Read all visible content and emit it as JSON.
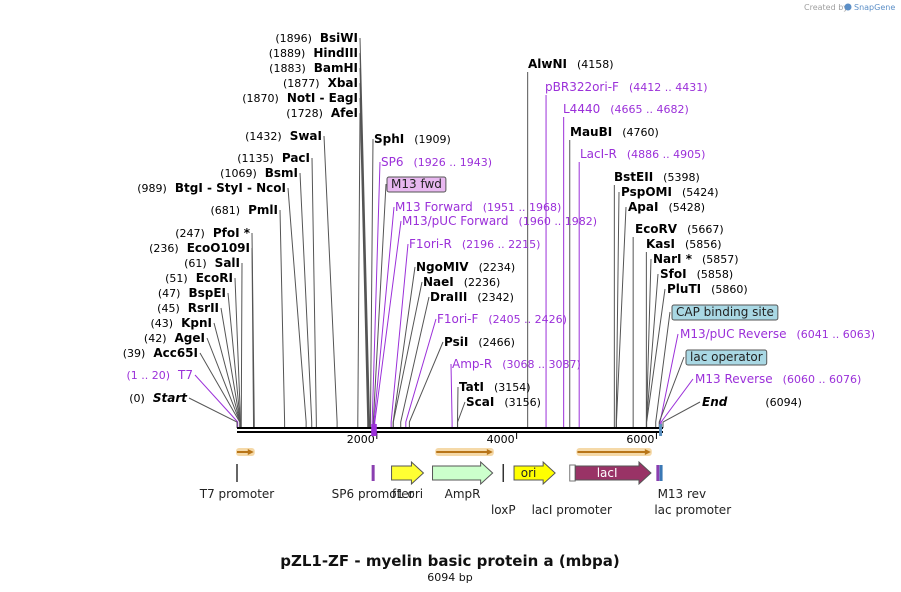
{
  "credit": {
    "prefix": "Created by",
    "brand": "SnapGene"
  },
  "title": "pZL1-ZF - myelin basic protein a (mbpa)",
  "length_label": "6094 bp",
  "scale_ticks": [
    {
      "label": "2000",
      "bp": 2000
    },
    {
      "label": "4000",
      "bp": 4000
    },
    {
      "label": "6000",
      "bp": 6000
    }
  ],
  "sites_left": [
    {
      "pos": "(1896)",
      "name": "BsiWI",
      "bp": 1896
    },
    {
      "pos": "(1889)",
      "name": "HindIII",
      "bp": 1889
    },
    {
      "pos": "(1883)",
      "name": "BamHI",
      "bp": 1883
    },
    {
      "pos": "(1877)",
      "name": "XbaI",
      "bp": 1877
    },
    {
      "pos": "(1870)",
      "name": "NotI",
      "sep": " - ",
      "name2": "EagI",
      "bp": 1870
    },
    {
      "pos": "(1728)",
      "name": "AfeI",
      "bp": 1728
    },
    {
      "pos": "(1432)",
      "name": "SwaI",
      "bp": 1432
    },
    {
      "pos": "(1135)",
      "name": "PacI",
      "bp": 1135
    },
    {
      "pos": "(1069)",
      "name": "BsmI",
      "bp": 1069
    },
    {
      "pos": "(989)",
      "name": "BtgI",
      "sep": " - ",
      "name2": "StyI",
      "sep2": " - ",
      "name3": "NcoI",
      "bp": 989
    },
    {
      "pos": "(681)",
      "name": "PmlI",
      "bp": 681
    },
    {
      "pos": "(247)",
      "name": "PfoI *",
      "bp": 247
    },
    {
      "pos": "(236)",
      "name": "EcoO109I",
      "bp": 236
    },
    {
      "pos": "(61)",
      "name": "SalI",
      "bp": 61
    },
    {
      "pos": "(51)",
      "name": "EcoRI",
      "bp": 51
    },
    {
      "pos": "(47)",
      "name": "BspEI",
      "bp": 47
    },
    {
      "pos": "(45)",
      "name": "RsrII",
      "bp": 45
    },
    {
      "pos": "(43)",
      "name": "KpnI",
      "bp": 43
    },
    {
      "pos": "(42)",
      "name": "AgeI",
      "bp": 42
    },
    {
      "pos": "(39)",
      "name": "Acc65I",
      "bp": 39
    },
    {
      "pos": "(1 .. 20)",
      "name": "T7",
      "primer": true,
      "bp": 10
    },
    {
      "pos": "(0)",
      "name": "Start",
      "italic": true,
      "bp": 0
    }
  ],
  "sites_mid": [
    {
      "name": "SphI",
      "pos": "(1909)",
      "bp": 1909
    },
    {
      "name": "SP6",
      "pos": "(1926 .. 1943)",
      "primer": true,
      "bp": 1934
    },
    {
      "name": "M13 fwd",
      "boxed": true,
      "boxColor": "#e8b8f0",
      "bp": 1950
    },
    {
      "name": "M13 Forward",
      "pos": "(1951 .. 1968)",
      "primer": true,
      "bp": 1960
    },
    {
      "name": "M13/pUC Forward",
      "pos": "(1960 .. 1982)",
      "primer": true,
      "bp": 1971
    },
    {
      "name": "F1ori-R",
      "pos": "(2196 .. 2215)",
      "primer": true,
      "bp": 2205
    },
    {
      "name": "NgoMIV",
      "pos": "(2234)",
      "bp": 2234
    },
    {
      "name": "NaeI",
      "pos": "(2236)",
      "bp": 2236
    },
    {
      "name": "DraIII",
      "pos": "(2342)",
      "bp": 2342
    },
    {
      "name": "F1ori-F",
      "pos": "(2405 .. 2426)",
      "primer": true,
      "bp": 2415
    },
    {
      "name": "PsiI",
      "pos": "(2466)",
      "bp": 2466
    },
    {
      "name": "Amp-R",
      "pos": "(3068 .. 3087)",
      "primer": true,
      "bp": 3077
    },
    {
      "name": "TatI",
      "pos": "(3154)",
      "bp": 3154
    },
    {
      "name": "ScaI",
      "pos": "(3156)",
      "bp": 3156
    }
  ],
  "sites_top_mid": [
    {
      "name": "AlwNI",
      "pos": "(4158)",
      "bp": 4158
    },
    {
      "name": "pBR322ori-F",
      "pos": "(4412 .. 4431)",
      "primer": true,
      "bp": 4421
    },
    {
      "name": "L4440",
      "pos": "(4665 .. 4682)",
      "primer": true,
      "bp": 4673
    },
    {
      "name": "MauBI",
      "pos": "(4760)",
      "bp": 4760
    },
    {
      "name": "LacI-R",
      "pos": "(4886 .. 4905)",
      "primer": true,
      "bp": 4895
    }
  ],
  "sites_right": [
    {
      "name": "BstEII",
      "pos": "(5398)",
      "bp": 5398
    },
    {
      "name": "PspOMI",
      "pos": "(5424)",
      "bp": 5424
    },
    {
      "name": "ApaI",
      "pos": "(5428)",
      "bp": 5428
    },
    {
      "name": "EcoRV",
      "pos": "(5667)",
      "bp": 5667
    },
    {
      "name": "KasI",
      "pos": "(5856)",
      "bp": 5856
    },
    {
      "name": "NarI *",
      "pos": "(5857)",
      "bp": 5857
    },
    {
      "name": "SfoI",
      "pos": "(5858)",
      "bp": 5858
    },
    {
      "name": "PluTI",
      "pos": "(5860)",
      "bp": 5860
    },
    {
      "name": "CAP binding site",
      "boxed": true,
      "boxColor": "#a9d8e4",
      "bp": 5990
    },
    {
      "name": "M13/pUC Reverse",
      "pos": "(6041 .. 6063)",
      "primer": true,
      "bp": 6052
    },
    {
      "name": "lac operator",
      "boxed": true,
      "boxColor": "#a9d8e4",
      "bp": 6040
    },
    {
      "name": "M13 Reverse",
      "pos": "(6060 .. 6076)",
      "primer": true,
      "bp": 6068
    },
    {
      "name": "End",
      "pos": "(6094)",
      "italic": true,
      "bp": 6094
    }
  ],
  "features": [
    {
      "name": "T7 promoter",
      "start": 0,
      "end": 19,
      "shape": "tick",
      "labelRow": 1
    },
    {
      "name": "SP6 promoter",
      "start": 1926,
      "end": 1944,
      "shape": "box-purple",
      "labelRow": 1
    },
    {
      "name": "f1 ori",
      "start": 2211,
      "end": 2667,
      "shape": "arrow",
      "color": "#ffff33",
      "labelRow": 1
    },
    {
      "name": "AmpR",
      "start": 2797,
      "end": 3657,
      "shape": "arrow",
      "color": "#ccffcc",
      "labelRow": 1
    },
    {
      "name": "loxP",
      "start": 3809,
      "end": 3843,
      "shape": "tick",
      "labelRow": 2
    },
    {
      "name": "ori",
      "start": 3963,
      "end": 4551,
      "shape": "arrow-labeled",
      "color": "#ffff00",
      "labelRow": 0
    },
    {
      "name": "lacI promoter",
      "start": 4760,
      "end": 4838,
      "shape": "box-white",
      "labelRow": 2
    },
    {
      "name": "lacI",
      "start": 4839,
      "end": 5922,
      "shape": "arrow-labeled",
      "color": "#993366",
      "textColor": "#ffffff",
      "labelRow": 0
    },
    {
      "name": "M13 rev",
      "start": 6045,
      "end": 6061,
      "shape": "box-blue",
      "labelRow": 1
    },
    {
      "name": "lac promoter",
      "start": 5999,
      "end": 6030,
      "shape": "box-purple",
      "labelRow": 2
    }
  ],
  "orange_arrows": [
    {
      "start": 0,
      "end": 240
    },
    {
      "start": 2850,
      "end": 3660
    },
    {
      "start": 4870,
      "end": 5920
    }
  ],
  "colors": {
    "primer": "#9b30d9",
    "line": "#555555",
    "backbone": "#000000",
    "orange": "#e8a830"
  }
}
